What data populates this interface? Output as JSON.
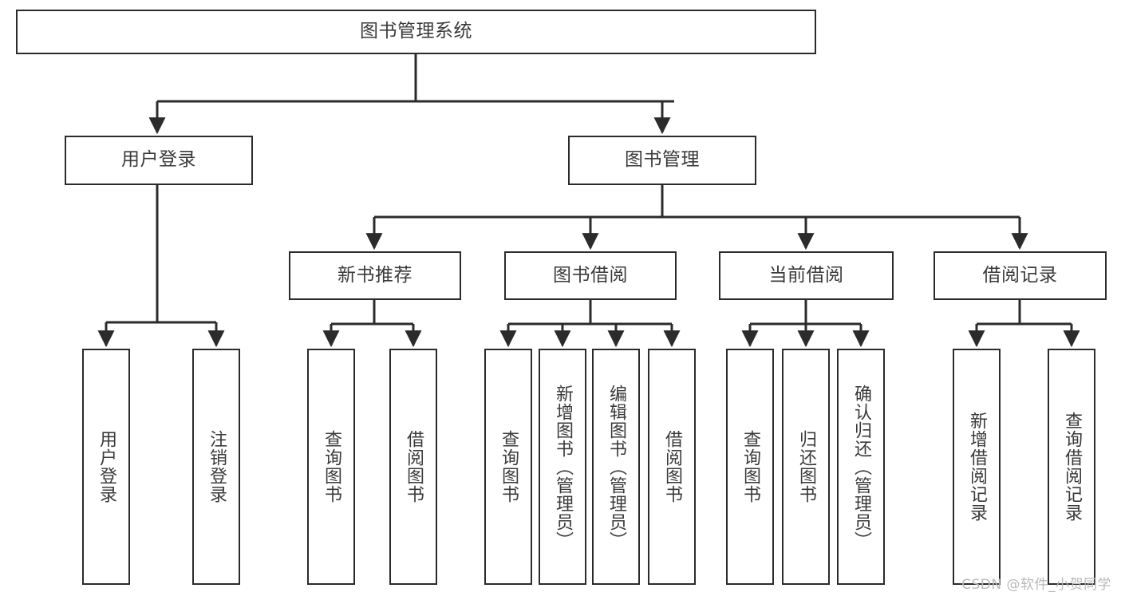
{
  "diagram": {
    "title": "图书管理系统",
    "type": "tree-hierarchy-diagram",
    "watermark": "CSDN @软件_小贺同学",
    "colors": {
      "box_border": "#2b2b2b",
      "box_fill": "#ffffff",
      "text": "#3a3a3a",
      "connector": "#2b2b2b",
      "watermark": "#b9b9b9",
      "background": "#ffffff"
    },
    "nodes": {
      "root": {
        "label": "图书管理系统",
        "orientation": "horizontal"
      },
      "level1": [
        {
          "id": "user-login",
          "label": "用户登录",
          "orientation": "horizontal"
        },
        {
          "id": "book-management",
          "label": "图书管理",
          "orientation": "horizontal"
        }
      ],
      "level2": [
        {
          "id": "new-book-recommend",
          "label": "新书推荐",
          "orientation": "horizontal"
        },
        {
          "id": "book-borrow",
          "label": "图书借阅",
          "orientation": "horizontal"
        },
        {
          "id": "current-borrow",
          "label": "当前借阅",
          "orientation": "horizontal"
        },
        {
          "id": "borrow-records",
          "label": "借阅记录",
          "orientation": "horizontal"
        }
      ],
      "leaves": {
        "user-login": [
          {
            "id": "leaf-user-login",
            "label": "用户登录",
            "orientation": "vertical"
          },
          {
            "id": "leaf-logout-login",
            "label": "注销登录",
            "orientation": "vertical"
          }
        ],
        "new-book-recommend": [
          {
            "id": "leaf-query-book-1",
            "label": "查询图书",
            "orientation": "vertical"
          },
          {
            "id": "leaf-borrow-book-1",
            "label": "借阅图书",
            "orientation": "vertical"
          }
        ],
        "book-borrow": [
          {
            "id": "leaf-query-book-2",
            "label": "查询图书",
            "orientation": "vertical"
          },
          {
            "id": "leaf-add-book",
            "label": "新增图书（管理员）",
            "orientation": "vertical"
          },
          {
            "id": "leaf-edit-book",
            "label": "编辑图书（管理员）",
            "orientation": "vertical"
          },
          {
            "id": "leaf-borrow-book-2",
            "label": "借阅图书",
            "orientation": "vertical"
          }
        ],
        "current-borrow": [
          {
            "id": "leaf-query-book-3",
            "label": "查询图书",
            "orientation": "vertical"
          },
          {
            "id": "leaf-return-book",
            "label": "归还图书",
            "orientation": "vertical"
          },
          {
            "id": "leaf-confirm-return",
            "label": "确认归还（管理员）",
            "orientation": "vertical"
          }
        ],
        "borrow-records": [
          {
            "id": "leaf-add-record",
            "label": "新增借阅记录",
            "orientation": "vertical"
          },
          {
            "id": "leaf-query-record",
            "label": "查询借阅记录",
            "orientation": "vertical"
          }
        ]
      }
    }
  }
}
